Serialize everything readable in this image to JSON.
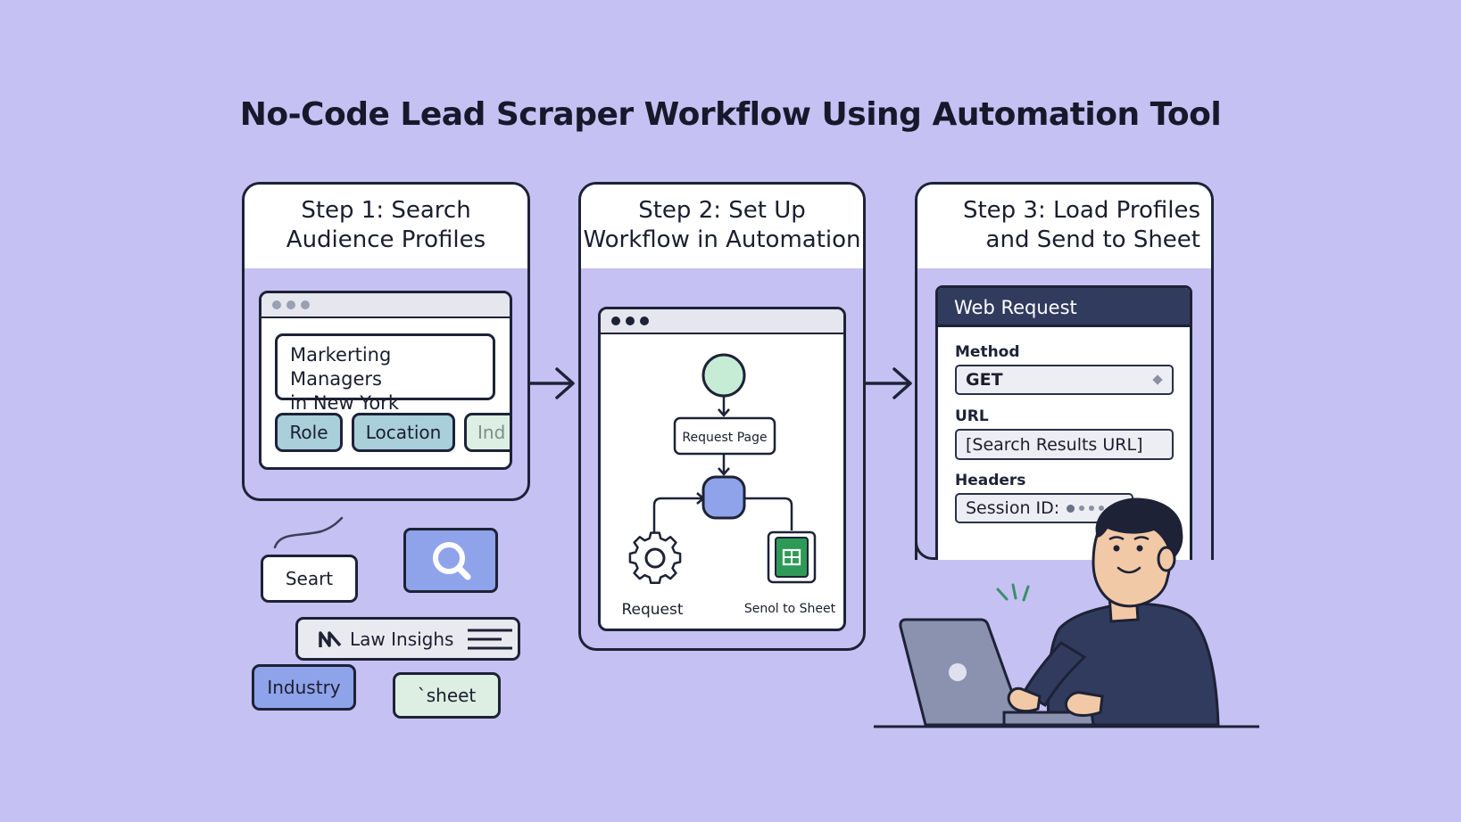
{
  "title": "No-Code Lead Scraper Workflow Using Automation Tool",
  "step1": {
    "title_line1": "Step 1: Search",
    "title_line2": "Audience Profiles",
    "search_text_line1": "Markerting Managers",
    "search_text_line2": "in New York",
    "filters": [
      "Role",
      "Location",
      "Ind"
    ]
  },
  "step2": {
    "title_line1": "Step 2: Set Up",
    "title_line2": "Workflow in Automation",
    "node_request_page": "Request Page",
    "node_request": "Request",
    "node_send": "Senol to Sheet"
  },
  "step3": {
    "title_line1": "Step 3: Load Profiles",
    "title_line2": "and Send to Sheet",
    "panel_title": "Web Request",
    "method_label": "Method",
    "method_value": "GET",
    "url_label": "URL",
    "url_value": "[Search Results URL]",
    "headers_label": "Headers",
    "headers_value": "Session ID:"
  },
  "floating": {
    "search_chip": "Seart",
    "law_chip": "Law Insighs",
    "industry_chip": "Industry",
    "sheet_chip": "`sheet"
  },
  "colors": {
    "background": "#c5c1f3",
    "outline": "#1d2236",
    "chip_blue": "#a9cfdb",
    "chip_green": "#dcefe2",
    "accent_blue": "#8fa3ea",
    "node_green": "#c6ecd6",
    "panel_header": "#313b5e",
    "sheet_green": "#2f9a57"
  }
}
